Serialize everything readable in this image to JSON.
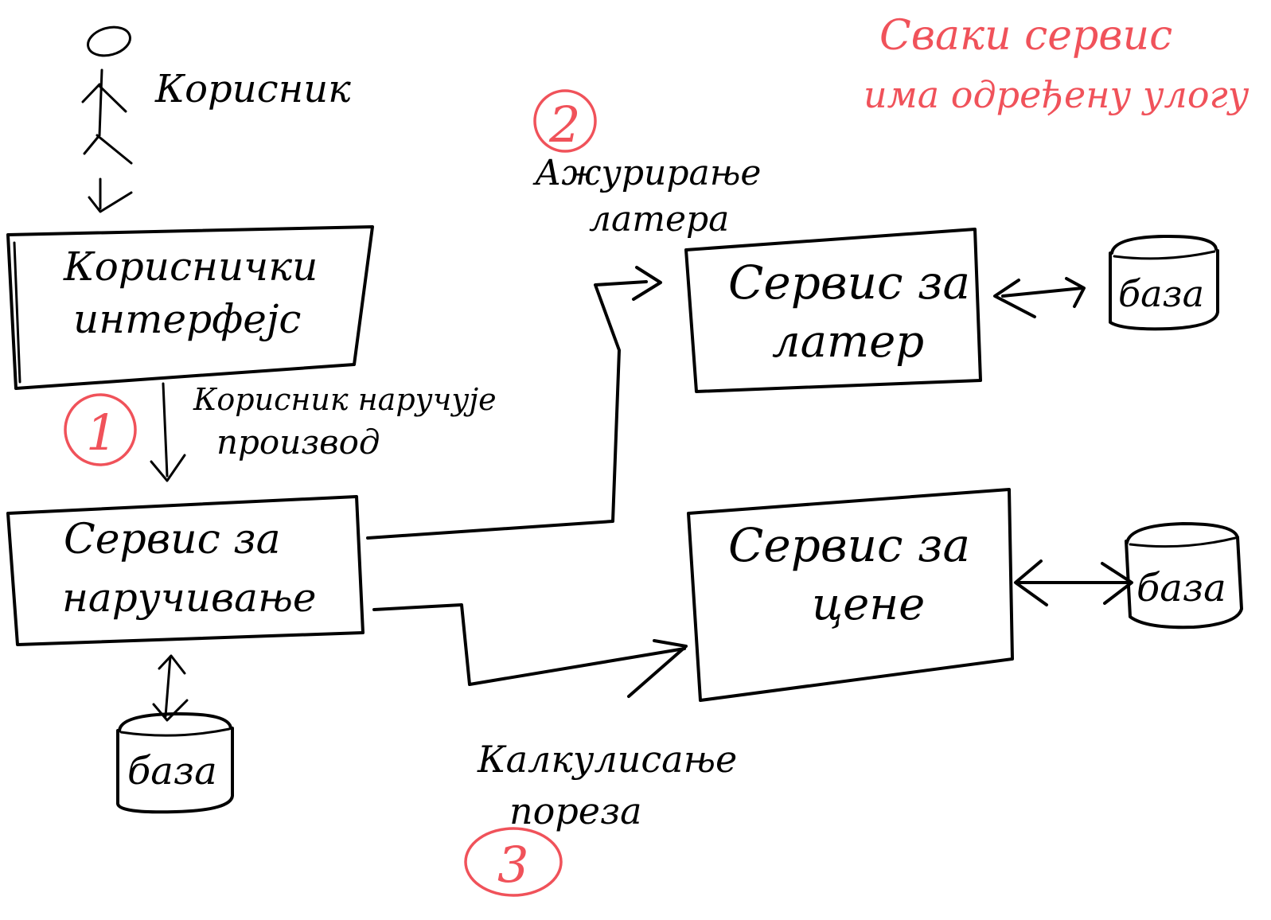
{
  "note": {
    "line1": "Сваки сервис",
    "line2": "има одређену улогу",
    "color": "#f0525a"
  },
  "actor": {
    "label": "Корисник",
    "icon": "stick-figure-icon"
  },
  "boxes": {
    "ui": {
      "line1": "Кориснички",
      "line2": "интерфејс"
    },
    "ordering": {
      "line1": "Сервис за",
      "line2": "наручивање"
    },
    "data": {
      "line1": "Сервис за",
      "line2": "латер"
    },
    "prices": {
      "line1": "Сервис за",
      "line2": "цене"
    }
  },
  "databases": {
    "ordering_db": "база",
    "data_db": "база",
    "prices_db": "база"
  },
  "steps": [
    {
      "number": "1",
      "line1": "Корисник наручује",
      "line2": "производ"
    },
    {
      "number": "2",
      "line1": "Ажурирање",
      "line2": "латера"
    },
    {
      "number": "3",
      "line1": "Калкулисање",
      "line2": "пореза"
    }
  ]
}
